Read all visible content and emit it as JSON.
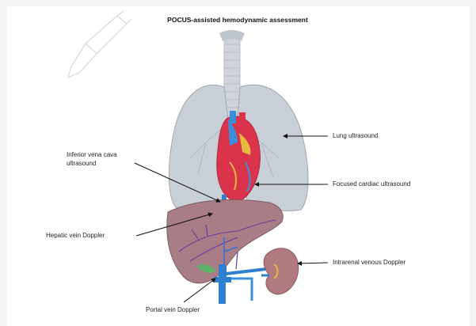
{
  "title": "POCUS-assisted hemodynamic assessment",
  "labels": {
    "lung": "Lung ultrasound",
    "ivc_line1": "Inferior vena cava",
    "ivc_line2": "ultrasound",
    "cardiac": "Focused cardiac ultrasound",
    "hepatic": "Hepatic vein Doppler",
    "intrarenal": "Intrarenal venous Doppler",
    "portal": "Portal vein Doppler"
  },
  "colors": {
    "lung": "#c9cfd6",
    "liver": "#a87d86",
    "heart_red": "#d9344c",
    "heart_blue": "#3b8fd9",
    "vein_purple": "#6a3aa0",
    "kidney": "#b07a80"
  },
  "icons": [
    "ultrasound-probe-icon"
  ]
}
